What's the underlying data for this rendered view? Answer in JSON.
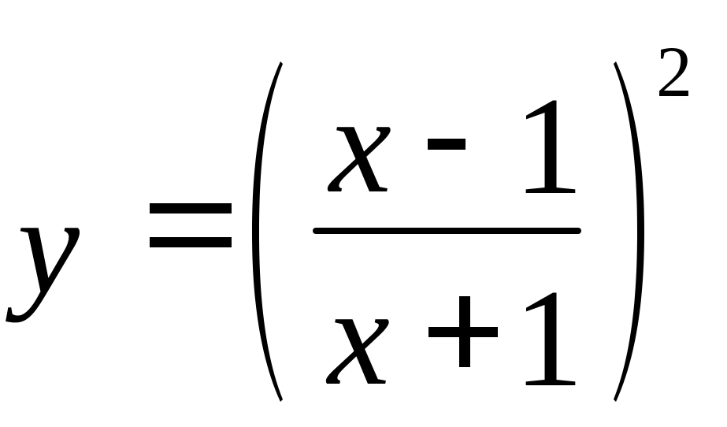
{
  "equation": {
    "lhs": "y",
    "equals": "=",
    "numerator": {
      "variable": "x",
      "operator": "-",
      "constant": "1"
    },
    "denominator": {
      "variable": "x",
      "operator": "+",
      "constant": "1"
    },
    "exponent": "2"
  }
}
